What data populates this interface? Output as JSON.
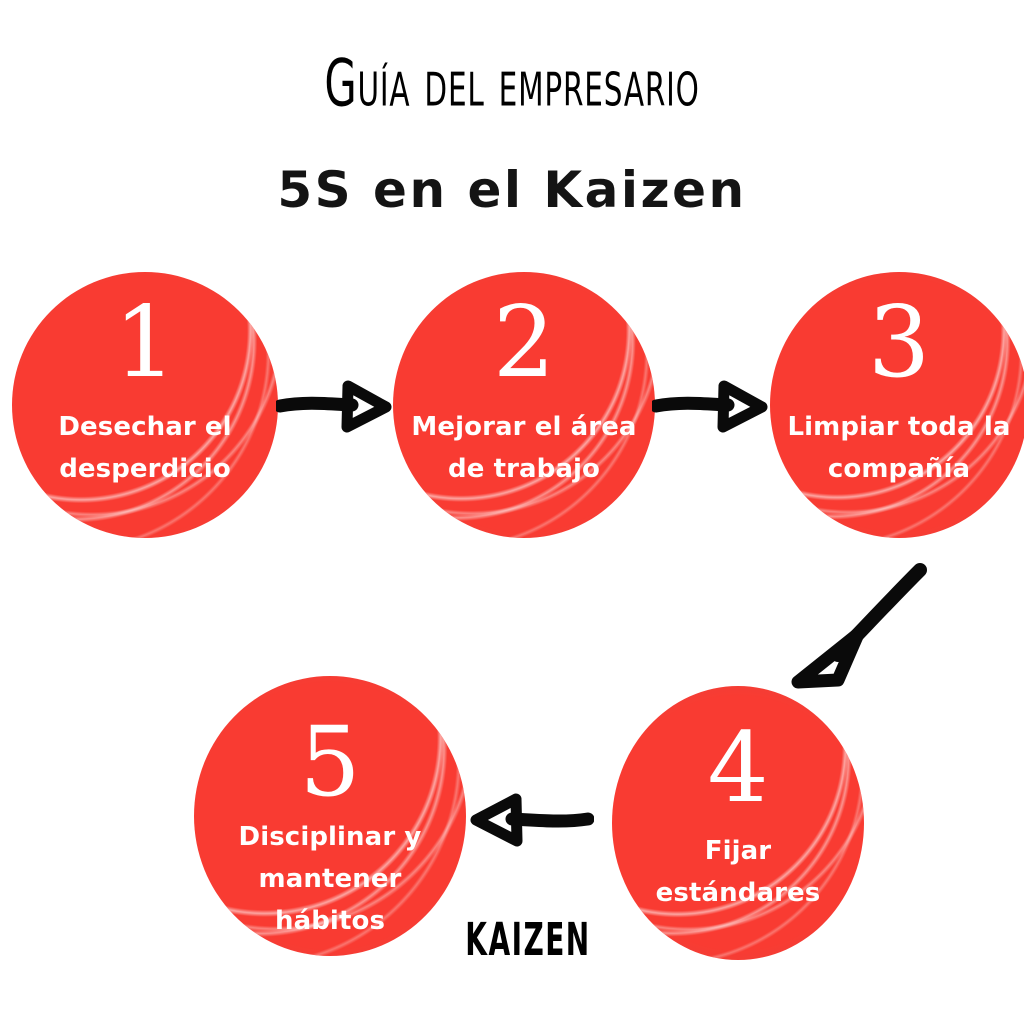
{
  "header": {
    "kicker": "Guía del empresario",
    "title": "5S en el Kaizen"
  },
  "footer": {
    "label": "KAIZEN"
  },
  "theme": {
    "circle_red": "#F93B32",
    "text_on_circle": "#FFFFFF",
    "arrow_black": "#0A0A0A",
    "background": "#FFFFFF"
  },
  "diagram": {
    "type": "cycle-flow",
    "step_count": 5,
    "steps": [
      {
        "number": "1",
        "label": "Desechar el desperdicio"
      },
      {
        "number": "2",
        "label": "Mejorar el área de trabajo"
      },
      {
        "number": "3",
        "label": "Limpiar toda la compañía"
      },
      {
        "number": "4",
        "label": "Fijar estándares"
      },
      {
        "number": "5",
        "label": "Disciplinar y mantener hábitos"
      }
    ],
    "arrows": [
      {
        "name": "arrow-1-2",
        "from": "1",
        "to": "2",
        "direction": "right"
      },
      {
        "name": "arrow-2-3",
        "from": "2",
        "to": "3",
        "direction": "right"
      },
      {
        "name": "arrow-3-4",
        "from": "3",
        "to": "4",
        "direction": "down-left-diagonal"
      },
      {
        "name": "arrow-4-5",
        "from": "4",
        "to": "5",
        "direction": "left"
      }
    ]
  }
}
